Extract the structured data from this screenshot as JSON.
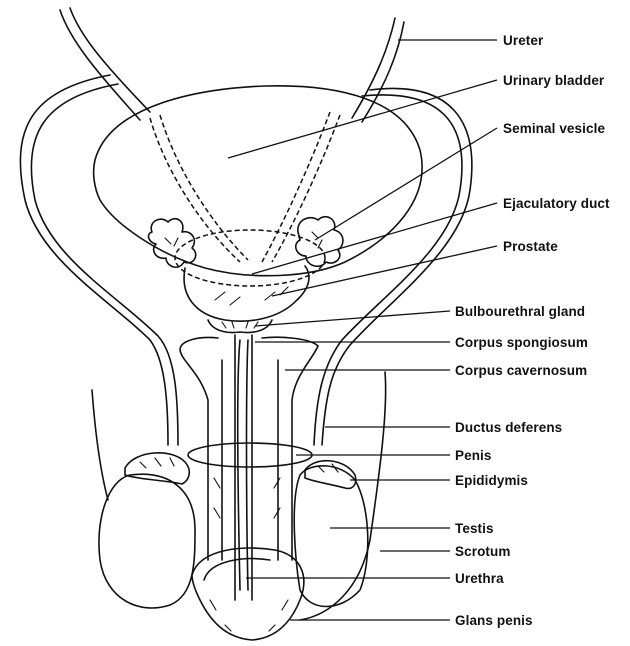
{
  "labels": [
    {
      "id": "ureter",
      "text": "Ureter"
    },
    {
      "id": "urinary-bladder",
      "text": "Urinary bladder"
    },
    {
      "id": "seminal-vesicle",
      "text": "Seminal vesicle"
    },
    {
      "id": "ejaculatory-duct",
      "text": "Ejaculatory duct"
    },
    {
      "id": "prostate",
      "text": "Prostate"
    },
    {
      "id": "bulbourethral-gland",
      "text": "Bulbourethral gland"
    },
    {
      "id": "corpus-spongiosum",
      "text": "Corpus spongiosum"
    },
    {
      "id": "corpus-cavernosum",
      "text": "Corpus cavernosum"
    },
    {
      "id": "ductus-deferens",
      "text": "Ductus deferens"
    },
    {
      "id": "penis",
      "text": "Penis"
    },
    {
      "id": "epididymis",
      "text": "Epididymis"
    },
    {
      "id": "testis",
      "text": "Testis"
    },
    {
      "id": "scrotum",
      "text": "Scrotum"
    },
    {
      "id": "urethra",
      "text": "Urethra"
    },
    {
      "id": "glans-penis",
      "text": "Glans penis"
    }
  ]
}
